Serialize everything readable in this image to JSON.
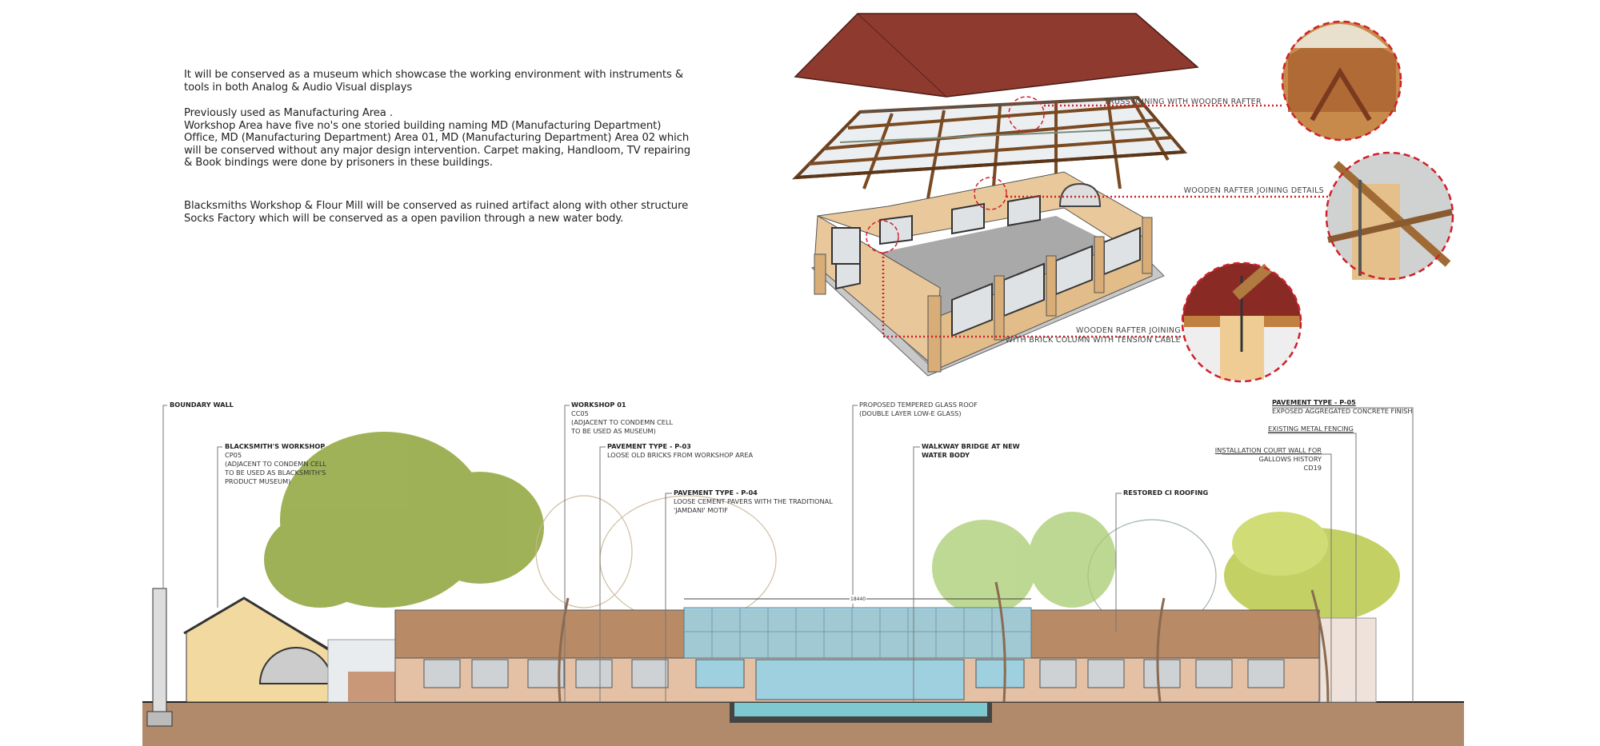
{
  "description": {
    "paragraph_1": [
      "It will be conserved as a museum which showcase the working environment with instruments &",
      "tools in both Analog & Audio Visual displays"
    ],
    "paragraph_2": [
      "Previously used as Manufacturing Area .",
      "Workshop Area have five no's one storied building naming MD (Manufacturing Department)",
      "Office, MD (Manufacturing Department) Area 01, MD (Manufacturing Department) Area 02 which",
      "will be conserved without any major design intervention. Carpet making, Handloom, TV repairing",
      "& Book bindings were done by prisoners in these buildings."
    ],
    "paragraph_3": [
      "Blacksmiths Workshop &  Flour Mill will be conserved as ruined artifact along with other structure",
      "Socks Factory  which will be conserved as a open pavilion through a new water body."
    ]
  },
  "detail_callouts": {
    "truss": "TRUSS JOINING WITH WOODEN RAFTER",
    "rafter": "WOODEN RAFTER JOINING DETAILS",
    "column_1": "WOODEN RAFTER JOINING",
    "column_2": "WITH BRICK COLUMN WITH TENSION CABLE"
  },
  "section_labels": {
    "boundary_wall": {
      "title": "BOUNDARY WALL"
    },
    "blacksmith": {
      "title": "BLACKSMITH'S WORKSHOP",
      "code": "CP05",
      "note_1": "(ADJACENT TO CONDEMN CELL",
      "note_2": "TO BE USED AS BLACKSMITH'S",
      "note_3": "PRODUCT MUSEUM)"
    },
    "workshop01": {
      "title": "WORKSHOP 01",
      "code": "CC05",
      "note_1": "(ADJACENT TO CONDEMN CELL",
      "note_2": "TO BE USED AS MUSEUM)"
    },
    "p03": {
      "title": "PAVEMENT TYPE - P-03",
      "note": "LOOSE OLD BRICKS FROM WORKSHOP AREA"
    },
    "p04": {
      "title": "PAVEMENT TYPE - P-04",
      "note_1": "LOOSE CEMENT PAVERS WITH THE TRADITIONAL",
      "note_2": "'JAMDANI' MOTIF"
    },
    "glass_roof": {
      "line_1": "PROPOSED TEMPERED GLASS ROOF",
      "line_2": "(DOUBLE LAYER LOW-E GLASS)"
    },
    "walkway": {
      "line_1": "WALKWAY BRIDGE AT NEW",
      "line_2": "WATER BODY"
    },
    "ci_roofing": {
      "title": "RESTORED CI ROOFING"
    },
    "p05": {
      "title": "PAVEMENT TYPE - P-05",
      "note": "EXPOSED AGGREGATED CONCRETE FINISH"
    },
    "fencing": {
      "title": "EXISTING METAL FENCING"
    },
    "court_wall": {
      "line_1": "INSTALLATION COURT WALL FOR",
      "line_2": "GALLOWS HISTORY",
      "line_3": "CD19"
    },
    "dimension": "18440"
  },
  "colors": {
    "roof": "#8e3a2f",
    "brick": "#b98a66",
    "glass": "#9fd0e0",
    "tree": "#8ea43a",
    "detail_ring": "#d0202a",
    "ground": "#b08a6a"
  }
}
